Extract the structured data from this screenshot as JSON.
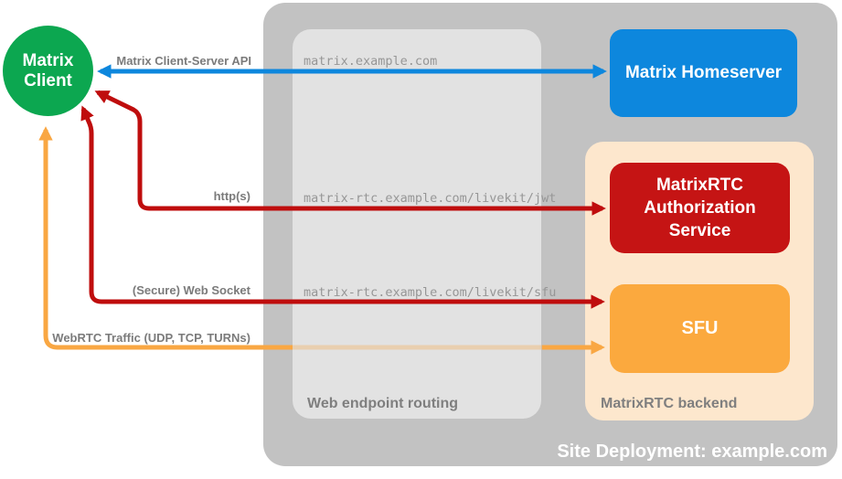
{
  "diagram_title": "Site Deployment: example.com",
  "colors": {
    "client_green": "#0ca750",
    "homeserver_blue": "#0d87dd",
    "auth_red": "#c51414",
    "sfu_orange": "#fba93e",
    "backend_peach": "#fde7cd",
    "deployment_gray": "#c2c2c2",
    "routing_gray": "#e2e2e2",
    "arrow_blue": "#0d87dd",
    "arrow_red": "#bf0d0d",
    "arrow_orange": "#f9a743",
    "label_gray": "#7b7b7b"
  },
  "nodes": {
    "client": {
      "label": "Matrix Client"
    },
    "homeserver": {
      "label": "Matrix Homeserver"
    },
    "auth_service": {
      "label": "MatrixRTC Authorization Service"
    },
    "sfu": {
      "label": "SFU"
    }
  },
  "groups": {
    "deployment": {
      "label": "Site Deployment: example.com"
    },
    "routing": {
      "label": "Web endpoint routing"
    },
    "backend": {
      "label": "MatrixRTC backend"
    }
  },
  "arrows": {
    "client_server_api": {
      "label": "Matrix Client-Server API",
      "endpoint": "matrix.example.com",
      "color": "#0d87dd",
      "direction": "bidirectional"
    },
    "http": {
      "label": "http(s)",
      "endpoint": "matrix-rtc.example.com/livekit/jwt",
      "color": "#bf0d0d",
      "direction": "bidirectional"
    },
    "websocket": {
      "label": "(Secure) Web Socket",
      "endpoint": "matrix-rtc.example.com/livekit/sfu",
      "color": "#bf0d0d",
      "direction": "bidirectional"
    },
    "webrtc": {
      "label": "WebRTC Traffic (UDP, TCP, TURNs)",
      "color": "#f9a743",
      "direction": "bidirectional"
    }
  }
}
